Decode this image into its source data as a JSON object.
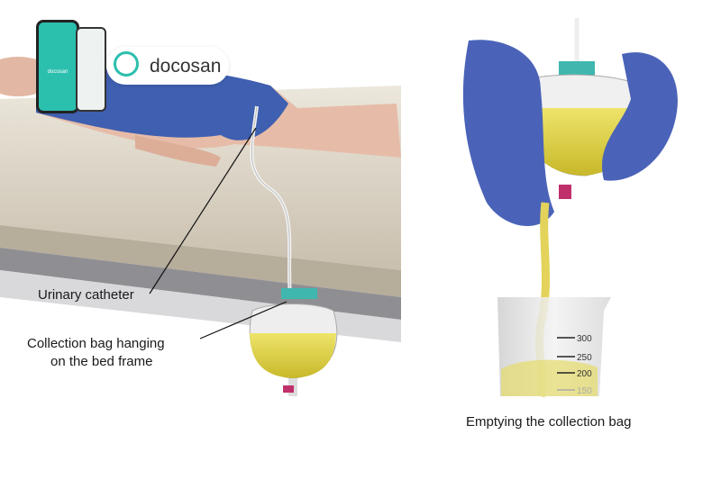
{
  "brand": {
    "name": "docosan",
    "phone_label": "docosan",
    "accent": "#2bbfae"
  },
  "labels": {
    "catheter": "Urinary catheter",
    "bag_line1": "Collection bag hanging",
    "bag_line2": "on the bed frame",
    "emptying": "Emptying the collection bag"
  },
  "beaker": {
    "ticks": [
      "300",
      "250",
      "200",
      "150"
    ]
  },
  "colors": {
    "gown": "#3f5fb0",
    "glove": "#4a63b8",
    "urine": "#d9cf3a",
    "mattress": "#d8d0c0"
  }
}
